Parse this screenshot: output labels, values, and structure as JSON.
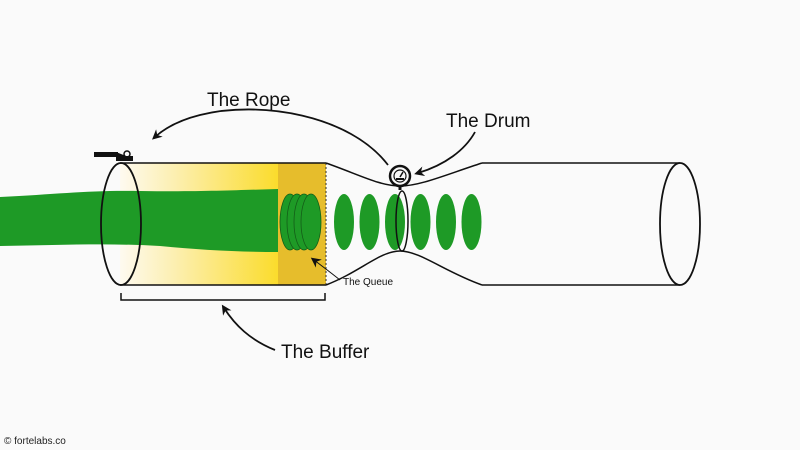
{
  "diagram": {
    "title": "Drum-Buffer-Rope",
    "labels": {
      "rope": "The Rope",
      "drum": "The Drum",
      "buffer": "The Buffer",
      "queue": "The Queue"
    },
    "credit": "© fortelabs.co",
    "colors": {
      "work": "#1e9a26",
      "buffer_light": "#fdf6d8",
      "buffer_bright": "#fbe03c",
      "queue_zone": "#e8be2e",
      "outline": "#111111",
      "background": "#fafafa"
    },
    "queue_discs": 4,
    "flow_discs": 6,
    "icons": {
      "gauge": "gauge-icon",
      "valve": "valve-handle-icon"
    }
  }
}
